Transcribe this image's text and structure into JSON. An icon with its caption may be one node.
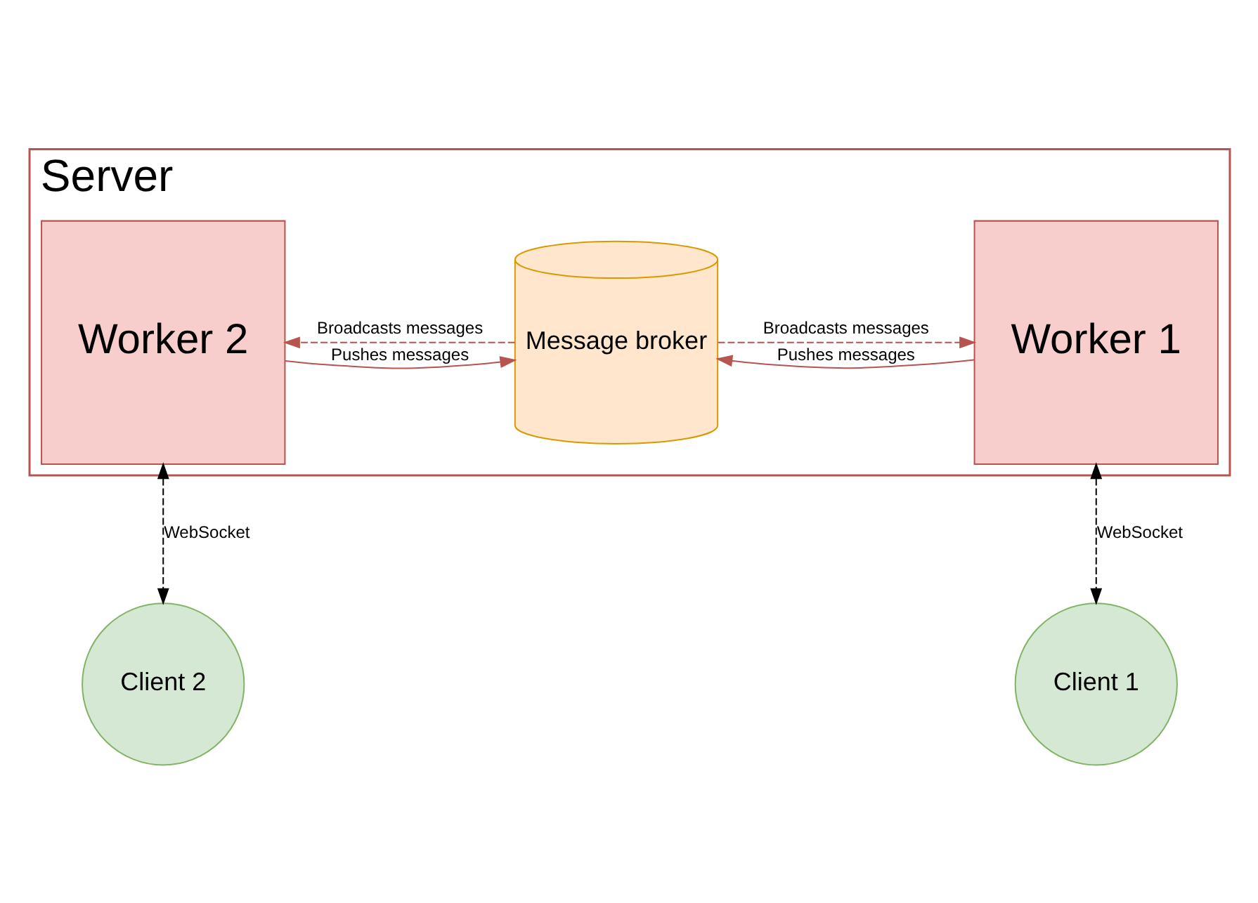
{
  "diagram": {
    "nodes": [
      {
        "text": [
          "Server"
        ]
      },
      {
        "text": [
          "Worker 1"
        ],
        "in": 0
      },
      {
        "text": [
          "Message broker"
        ],
        "in": 0
      },
      {
        "text": [
          "Worker 2"
        ],
        "in": 0
      },
      {
        "text": [
          "Client 1"
        ]
      },
      {
        "text": [
          "Client 2"
        ]
      }
    ],
    "edges": [
      {
        "from": 1,
        "to": 2,
        "arrow": "to",
        "label": "Pushes messages"
      },
      {
        "from": 3,
        "to": 2,
        "arrow": "to",
        "label": "Pushes messages"
      },
      {
        "from": 2,
        "to": 1,
        "arrow": "to",
        "label": "Broadcasts messages",
        "style": "dashed"
      },
      {
        "from": 2,
        "to": 3,
        "arrow": "to",
        "label": "Broadcasts messages",
        "style": "dashed"
      },
      {
        "from": 1,
        "to": 4,
        "arrow": "both",
        "label": "WebSocket",
        "style": "dashed",
        "color": "#000000"
      },
      {
        "from": 3,
        "to": 5,
        "arrow": "both",
        "label": "WebSocket",
        "style": "dashed",
        "color": "#000000"
      }
    ]
  }
}
